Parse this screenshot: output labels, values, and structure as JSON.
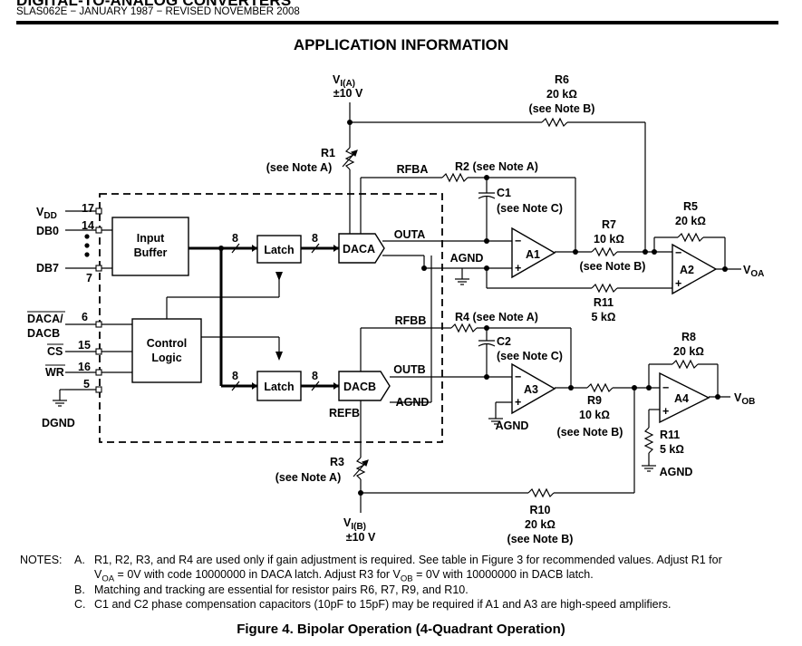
{
  "header": {
    "title": "DIGITAL-TO-ANALOG CONVERTERS",
    "doc_line": "SLAS062E − JANUARY 1987 − REVISED NOVEMBER 2008"
  },
  "section_title": "APPLICATION INFORMATION",
  "schematic": {
    "vi_a": "V",
    "vi_a_sub": "I(A)",
    "vi_a_val": "±10 V",
    "vi_b": "V",
    "vi_b_sub": "I(B)",
    "vi_b_val": "±10 V",
    "r6": "R6",
    "r6_val": "20 kΩ",
    "r6_note": "(see Note B)",
    "r1": "R1",
    "r1_note": "(see Note A)",
    "rfba": "RFBA",
    "r2": "R2 (see Note A)",
    "c1": "C1",
    "c1_note": "(see Note C)",
    "r7": "R7",
    "r7_val": "10 kΩ",
    "r7_note": "(see Note B)",
    "r5": "R5",
    "r5_val": "20 kΩ",
    "vdd": "V",
    "vdd_sub": "DD",
    "vdd_pin": "17",
    "db0": "DB0",
    "db0_pin": "14",
    "db7": "DB7",
    "db7_pin": "7",
    "input_buffer_1": "Input",
    "input_buffer_2": "Buffer",
    "bus_width": "8",
    "latch": "Latch",
    "daca": "DACA",
    "outa": "OUTA",
    "agnd": "AGND",
    "a1": "A1",
    "a2": "A2",
    "voa": "V",
    "voa_sub": "OA",
    "r11": "R11",
    "r11_val": "5 kΩ",
    "daca_pin_1": "DACA/",
    "daca_pin_2": "DACB",
    "daca_pin_num": "6",
    "cs": "CS",
    "cs_pin": "15",
    "wr": "WR",
    "wr_pin": "16",
    "gnd_pin": "5",
    "dgnd": "DGND",
    "control_1": "Control",
    "control_2": "Logic",
    "rfbb": "RFBB",
    "r4": "R4 (see Note A)",
    "c2": "C2",
    "c2_note": "(see Note C)",
    "r8": "R8",
    "r8_val": "20 kΩ",
    "dacb": "DACB",
    "outb": "OUTB",
    "refb": "REFB",
    "a3": "A3",
    "a4": "A4",
    "r9": "R9",
    "r9_val": "10 kΩ",
    "r9_note": "(see Note B)",
    "vob": "V",
    "vob_sub": "OB",
    "r11b": "R11",
    "r11b_val": "5 kΩ",
    "r3": "R3",
    "r3_note": "(see Note A)",
    "r10": "R10",
    "r10_val": "20 kΩ",
    "r10_note": "(see Note B)",
    "plus": "+",
    "minus": "−"
  },
  "notes": {
    "label": "NOTES:",
    "a_letter": "A.",
    "a_line1": "R1, R2, R3, and R4 are used only if gain adjustment is required. See table in Figure 3 for recommended values. Adjust R1 for",
    "a_line2_pre": "V",
    "a_line2_sub": "OA",
    "a_line2_mid": " = 0V with code 10000000 in DACA latch. Adjust R3 for V",
    "a_line2_sub2": "OB",
    "a_line2_post": " = 0V with 10000000 in DACB latch.",
    "b_letter": "B.",
    "b_text": "Matching and tracking are essential for resistor pairs R6, R7, R9, and R10.",
    "c_letter": "C.",
    "c_text": "C1 and C2 phase compensation capacitors (10pF to 15pF) may be required if A1 and A3 are high-speed amplifiers."
  },
  "caption": "Figure 4. Bipolar Operation (4-Quadrant Operation)"
}
